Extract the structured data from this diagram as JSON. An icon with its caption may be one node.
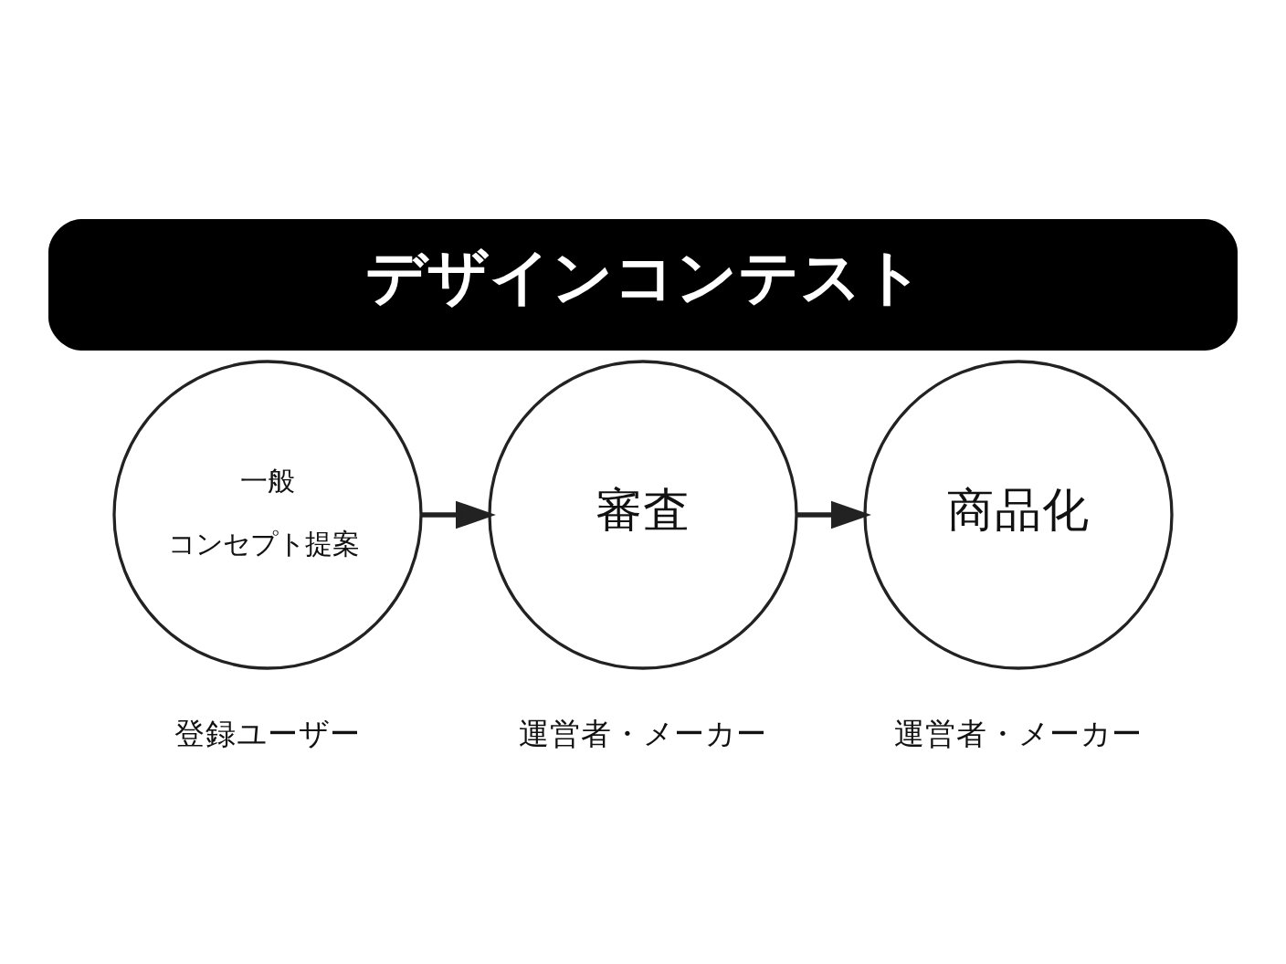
{
  "diagram": {
    "title": "デザインコンテスト",
    "nodes": [
      {
        "text": [
          "一般",
          "コンセプト提案"
        ],
        "beside": [
          "登録ユーザー"
        ]
      },
      {
        "text": [
          "審査"
        ],
        "beside": [
          "運営者・メーカー"
        ]
      },
      {
        "text": [
          "商品化"
        ],
        "beside": [
          "運営者・メーカー"
        ]
      }
    ],
    "edges": [
      {
        "from": 0,
        "to": 1,
        "arrow": "to"
      },
      {
        "from": 1,
        "to": 2,
        "arrow": "to"
      }
    ]
  }
}
